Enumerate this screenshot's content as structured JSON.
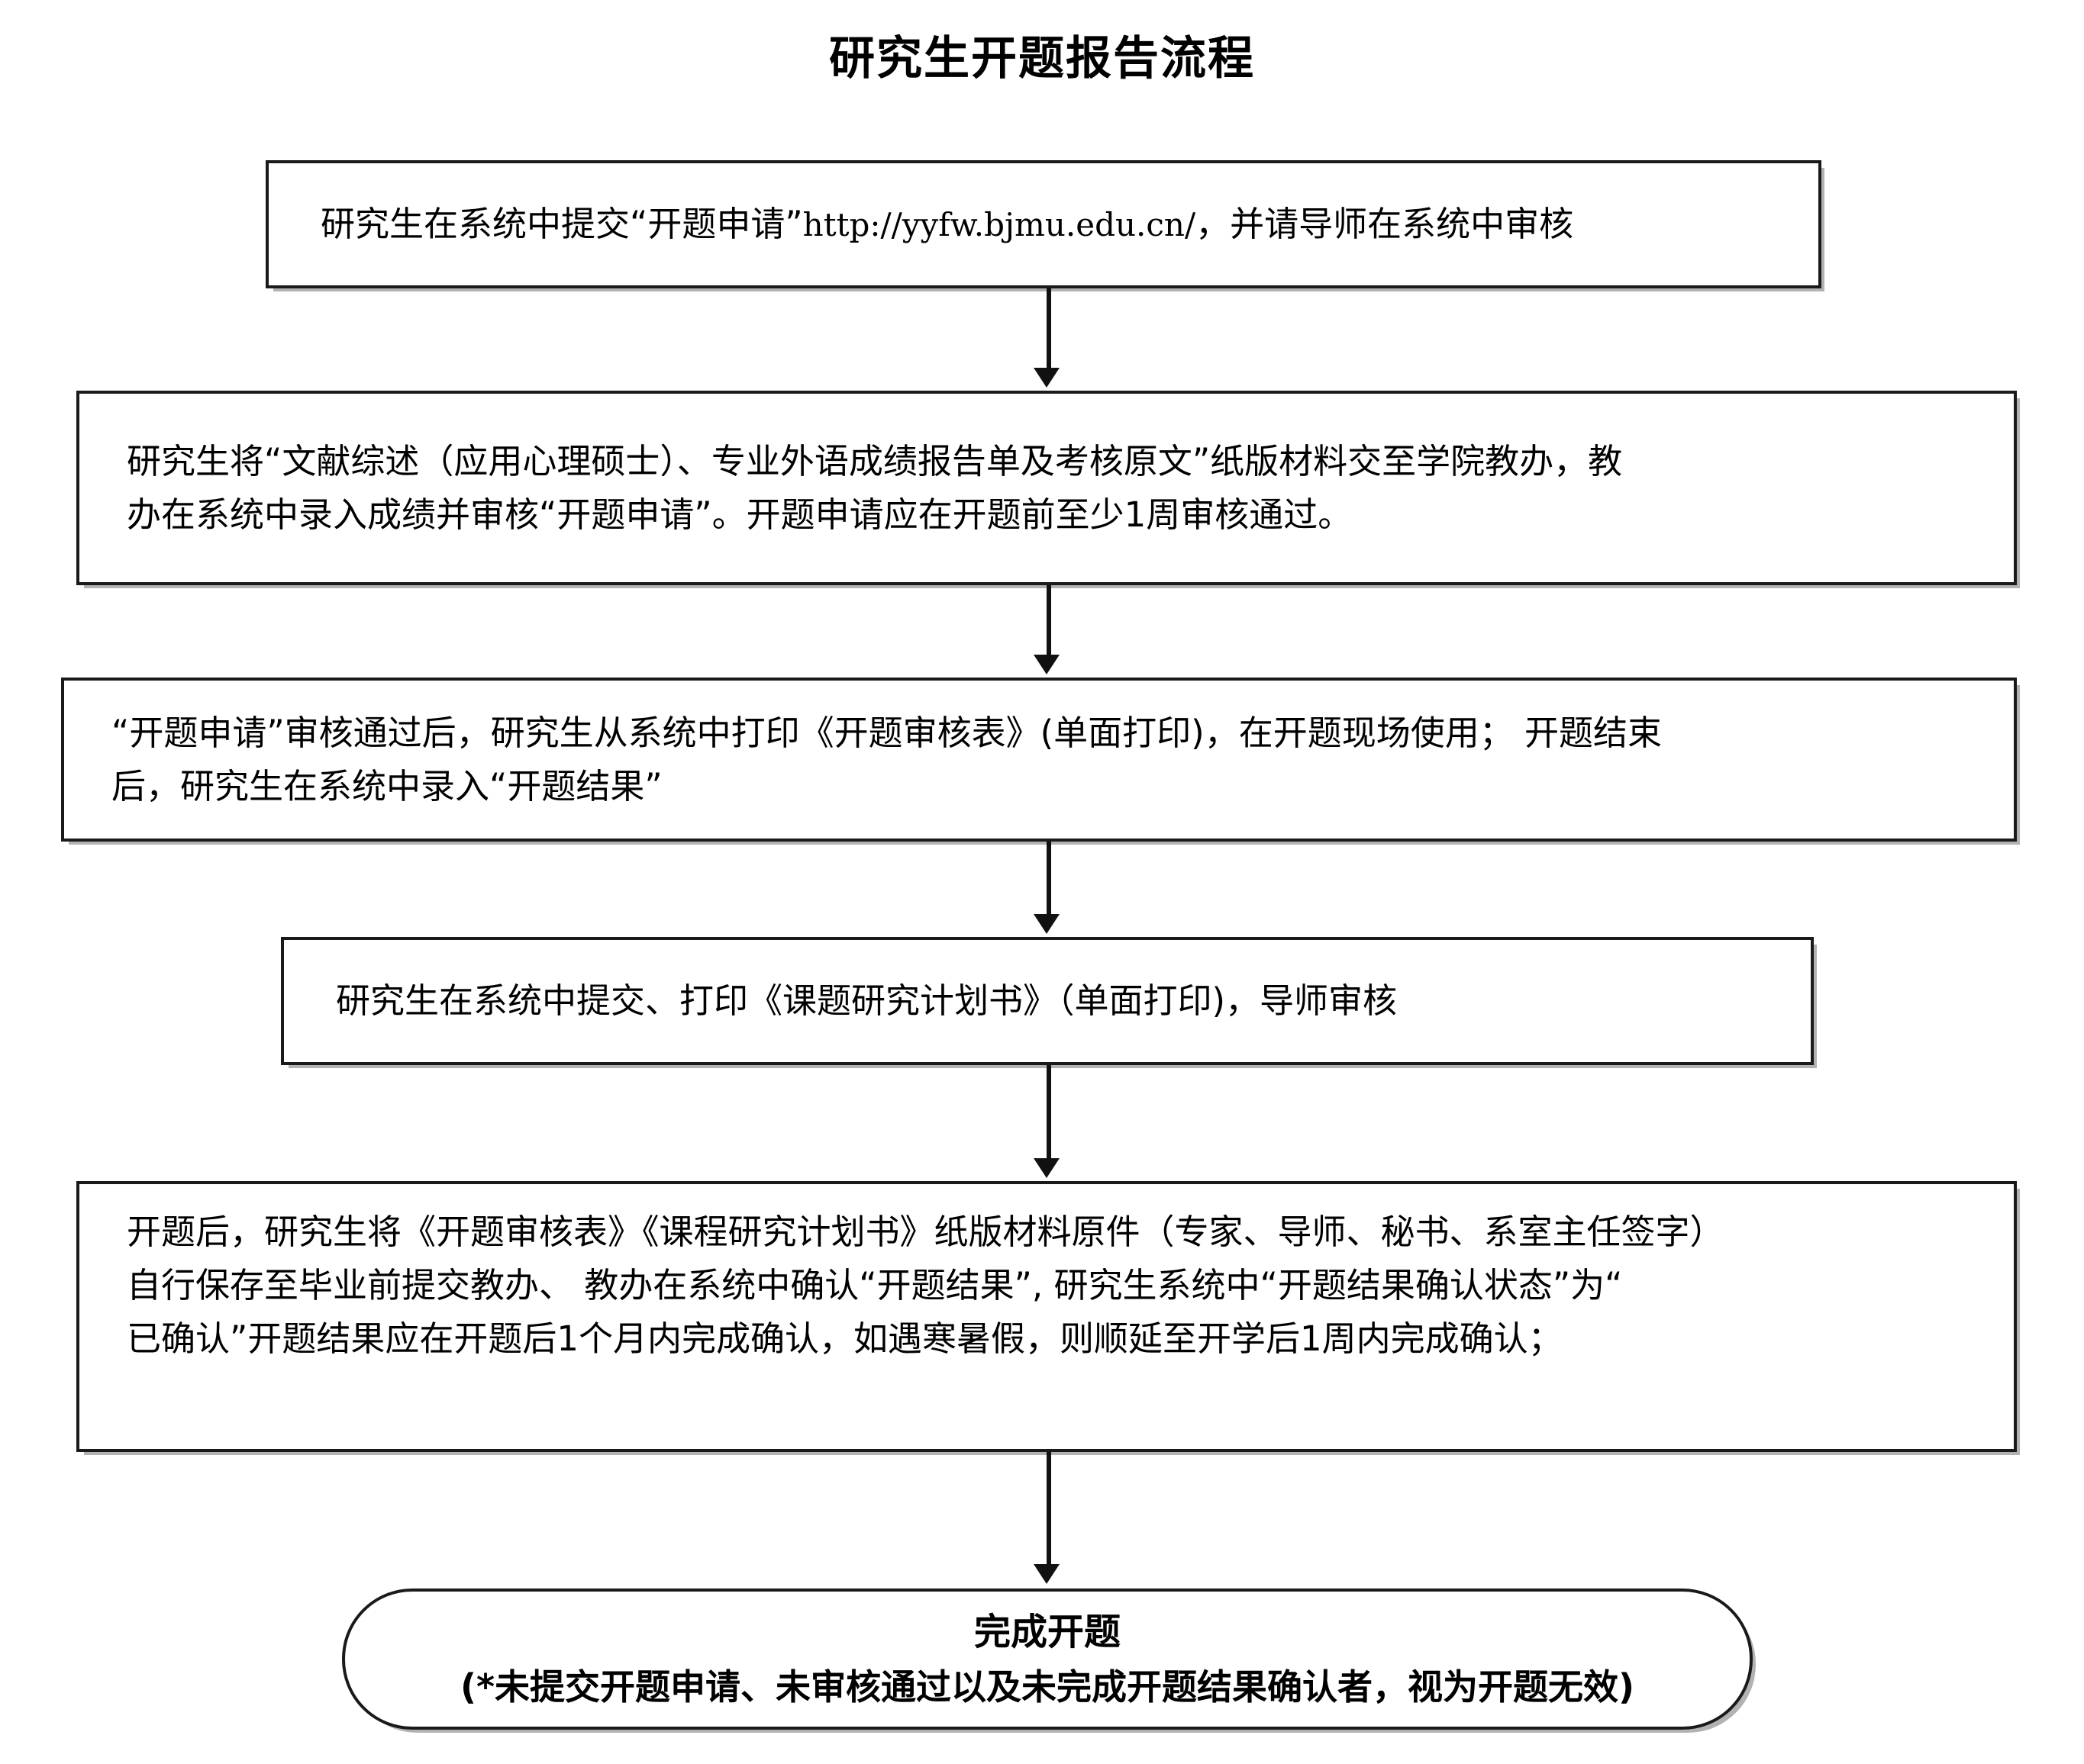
{
  "document": {
    "title": "研究生开题报告流程"
  },
  "flow": {
    "steps": [
      {
        "id": "step-submit-application",
        "lines": [
          {
            "parts": [
              {
                "text": "研究生在系统中提交“开题申请”",
                "style": "cjk"
              },
              {
                "text": "http://yyfw.bjmu.edu.cn/",
                "style": "mono"
              },
              {
                "text": "，并请导师在系统中审核",
                "style": "cjk"
              }
            ]
          }
        ]
      },
      {
        "id": "step-submit-materials",
        "lines": [
          {
            "parts": [
              {
                "text": "研究生将“文献综述（应用心理硕士）、专业外语成绩报告单及考核原文”纸版材料交至学院教办，教",
                "style": "cjk"
              }
            ]
          },
          {
            "parts": [
              {
                "text": "办在系统中录入成绩并审核“开题申请”。开题申请应在开题前至少1周审核通过。",
                "style": "cjk"
              }
            ]
          }
        ]
      },
      {
        "id": "step-print-review-form",
        "lines": [
          {
            "parts": [
              {
                "text": "“开题申请”审核通过后，研究生从系统中打印《开题审核表》(单面打印)，在开题现场使用；  开题结束",
                "style": "cjk"
              }
            ]
          },
          {
            "parts": [
              {
                "text": "后，研究生在系统中录入“开题结果”",
                "style": "cjk"
              }
            ]
          }
        ]
      },
      {
        "id": "step-research-plan",
        "lines": [
          {
            "parts": [
              {
                "text": "研究生在系统中提交、打印《课题研究计划书》（单面打印)，导师审核",
                "style": "cjk"
              }
            ]
          }
        ]
      },
      {
        "id": "step-confirm-result",
        "lines": [
          {
            "parts": [
              {
                "text": "开题后，研究生将《开题审核表》《课程研究计划书》纸版材料原件（专家、导师、秘书、系室主任签字）",
                "style": "cjk"
              }
            ]
          },
          {
            "parts": [
              {
                "text": "自行保存至毕业前提交教办、 教办在系统中确认“开题结果”, 研究生系统中“开题结果确认状态”为“",
                "style": "cjk"
              }
            ]
          },
          {
            "parts": [
              {
                "text": "已确认”开题结果应在开题后1个月内完成确认，如遇寒暑假，则顺延至开学后1周内完成确认；",
                "style": "cjk"
              }
            ]
          }
        ]
      },
      {
        "id": "step-complete",
        "shape": "rounded",
        "lines": [
          {
            "parts": [
              {
                "text": "完成开题",
                "style": "cjk"
              }
            ]
          },
          {
            "parts": [
              {
                "text": "(*未提交开题申请、未审核通过以及未完成开题结果确认者，视为开题无效)",
                "style": "cjk"
              }
            ]
          }
        ]
      }
    ],
    "connector_label": "向下箭头"
  },
  "colors": {
    "background": "#ffffff",
    "text": "#000000",
    "border": "#1a1a1a",
    "arrow": "#111111"
  }
}
